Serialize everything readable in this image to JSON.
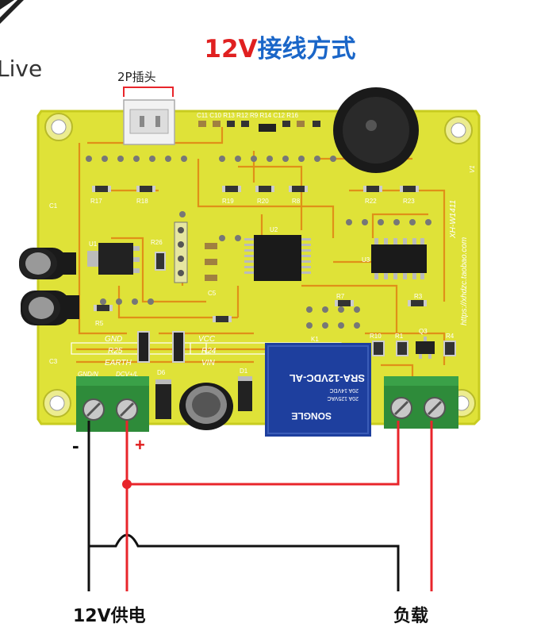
{
  "title": {
    "part1": "12V",
    "part2": "接线方式"
  },
  "logo_text": "Live",
  "connector_label": "2P插头",
  "power_label": "12V供电",
  "load_label": "负载",
  "polarity": {
    "minus": "-",
    "plus": "+"
  },
  "board": {
    "relay_text": "SRA-12VDC-AL",
    "relay_brand": "SONGLE",
    "relay_rating_1": "20A 14VDC",
    "relay_rating_2": "20A 125VAC",
    "silkscreen_model": "XH-W1411",
    "silkscreen_url": "https://xhdzc.taobao.com",
    "silkscreen_v": "V1",
    "labels": {
      "gnd": "GND",
      "earth": "EARTH",
      "vcc": "VCC",
      "vin": "VIN",
      "gndn": "GND/N",
      "dcv": "DCV+/L",
      "r25": "R25",
      "r24": "R24",
      "r26": "R26",
      "r17": "R17",
      "r18": "R18",
      "r19": "R19",
      "r20": "R20",
      "r8": "R8",
      "r22": "R22",
      "r23": "R23",
      "r5": "R5",
      "r7": "R7",
      "r3": "R3",
      "r10": "R10",
      "r1": "R1",
      "q3": "Q3",
      "r4": "R4",
      "u1": "U1",
      "u2": "U2",
      "u3": "U3",
      "c1": "C1",
      "c3": "C3",
      "c5": "C5",
      "d6": "D6",
      "d1": "D1",
      "k1": "K1",
      "top_row": "C11 C10 R13 R12  R9  R14 C12 R16"
    }
  },
  "colors": {
    "board": "#dfe238",
    "board_edge": "#c8cc20",
    "trace": "#e09018",
    "terminal": "#2e8b3a",
    "relay": "#1e3f9e",
    "wire_red": "#e8252b",
    "wire_black": "#111111"
  }
}
